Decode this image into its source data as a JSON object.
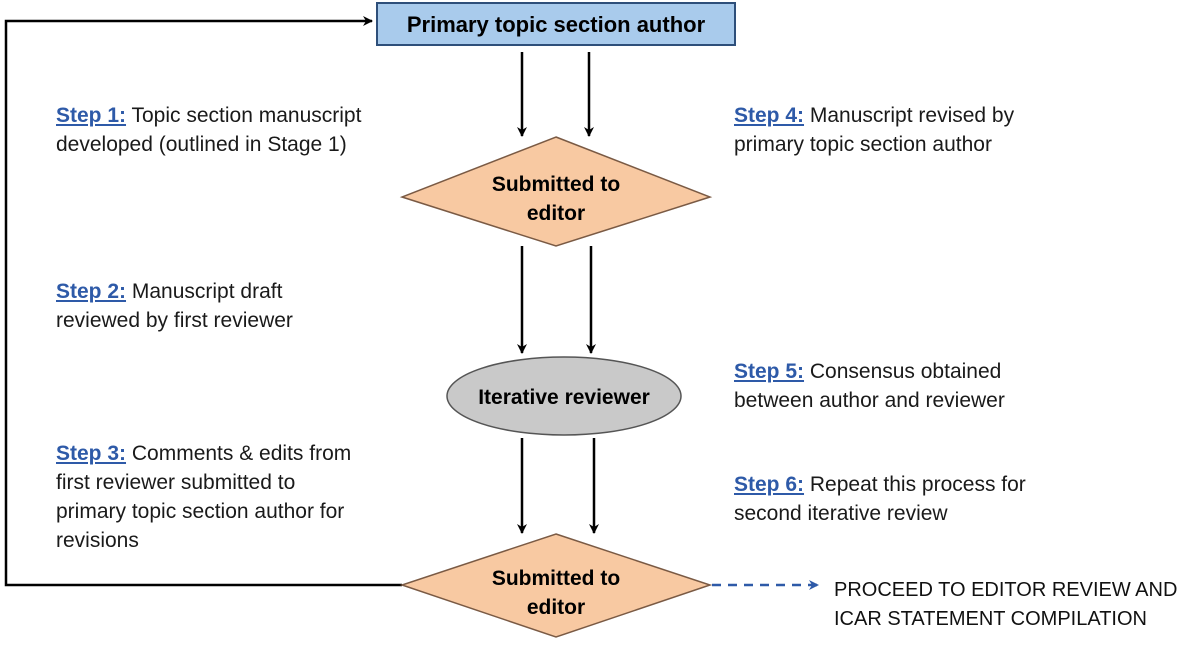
{
  "nodes": {
    "author": "Primary topic section author",
    "submitted_top": [
      "Submitted to",
      "editor"
    ],
    "reviewer": "Iterative reviewer",
    "submitted_bottom": [
      "Submitted to",
      "editor"
    ]
  },
  "steps": {
    "step1": {
      "label": "Step 1:",
      "lines": [
        "Topic section manuscript",
        "developed (outlined in Stage 1)"
      ]
    },
    "step2": {
      "label": "Step 2:",
      "lines": [
        "Manuscript draft",
        "reviewed by first reviewer"
      ]
    },
    "step3": {
      "label": "Step 3:",
      "lines": [
        "Comments & edits from",
        "first reviewer submitted to",
        "primary topic section author for",
        "revisions"
      ]
    },
    "step4": {
      "label": "Step 4:",
      "lines": [
        "Manuscript revised by",
        "primary topic section author"
      ]
    },
    "step5": {
      "label": "Step 5:",
      "lines": [
        "Consensus obtained",
        "between author and reviewer"
      ]
    },
    "step6": {
      "label": "Step 6:",
      "lines": [
        "Repeat this process for",
        "second iterative review"
      ]
    }
  },
  "final": {
    "lines": [
      "PROCEED TO EDITOR REVIEW AND",
      "ICAR STATEMENT COMPILATION"
    ]
  },
  "colors": {
    "author_fill": "#a9cbec",
    "author_stroke": "#2e4f7a",
    "diamond_fill": "#f8c9a2",
    "diamond_stroke": "#7a5a44",
    "reviewer_fill": "#c9c9c9",
    "reviewer_stroke": "#555555",
    "step_link": "#2e5aa8",
    "dashed_arrow": "#2e5aa8"
  }
}
